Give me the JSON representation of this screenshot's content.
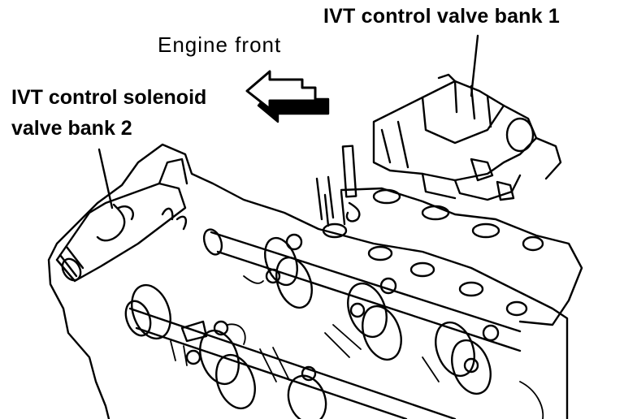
{
  "labels": {
    "valve_bank1": "IVT control valve bank 1",
    "engine_front": "Engine front",
    "solenoid_bank2_line1": "IVT control solenoid",
    "solenoid_bank2_line2": "valve bank 2"
  },
  "colors": {
    "ink": "#000000",
    "paper": "#ffffff"
  },
  "icons": {
    "direction_arrow": "engine-front-arrow-icon"
  }
}
